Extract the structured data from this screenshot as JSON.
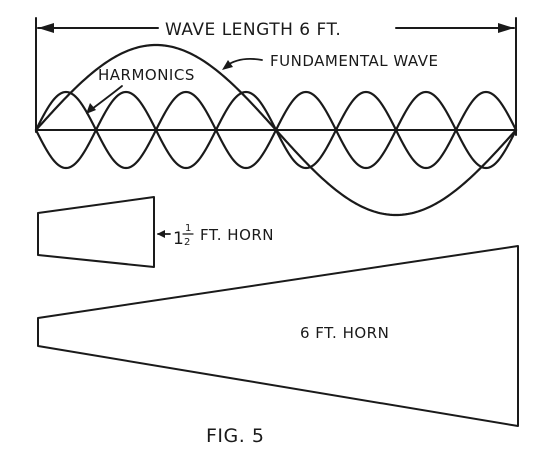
{
  "labels": {
    "wavelength": "WAVE LENGTH 6 FT.",
    "fundamental": "FUNDAMENTAL WAVE",
    "harmonics": "HARMONICS",
    "horn_small_whole": "1",
    "horn_small_num": "1",
    "horn_small_den": "2",
    "horn_small_text": "FT. HORN",
    "horn_large": "6 FT. HORN",
    "caption": "FIG. 5"
  },
  "colors": {
    "ink": "#1a1a1a",
    "paper": "#ffffff"
  }
}
